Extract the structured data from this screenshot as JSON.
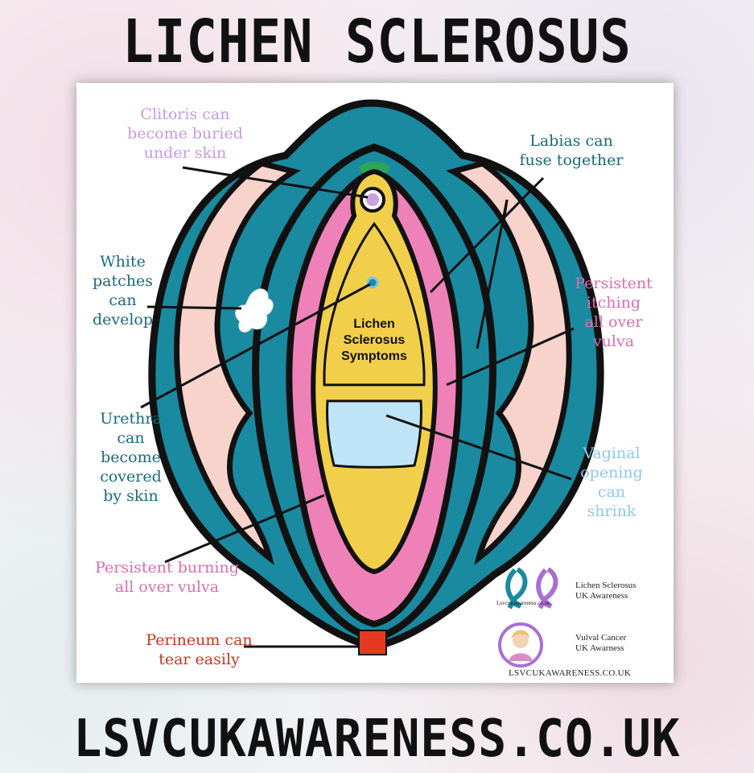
{
  "header": {
    "title": "LICHEN SCLEROSUS"
  },
  "footer": {
    "url": "LSVCUKAWARENESS.CO.UK"
  },
  "colors": {
    "teal": "#1a8aa0",
    "pink": "#ee82b8",
    "yellow": "#f2cf4a",
    "light_pink": "#f8d3cc",
    "light_blue": "#bfe4f8",
    "purple": "#caa0e0",
    "red": "#e53a21",
    "green": "#2fa35a",
    "outline": "#111111"
  },
  "diagram": {
    "center_label": "Lichen\nSclerosus\nSymptoms",
    "labels": {
      "clitoris": "Clitoris can\nbecome buried\nunder skin",
      "labias": "Labias can\nfuse together",
      "white_patches": "White\npatches\ncan\ndevelop",
      "itching": "Persistent\nitching\nall over\nvulva",
      "urethra": "Urethra\ncan\nbecome\ncovered\nby skin",
      "vaginal": "Vaginal\nopening\ncan\nshrink",
      "burning": "Persistent burning\nall over vulva",
      "perineum": "Perineum can\ntear easily"
    }
  },
  "branding": {
    "ribbon_caption": "Lsvcukawareness.co.uk",
    "org1": "Lichen Sclerosus\nUK Awareness",
    "org2": "Vulval Cancer\nUK Awarness",
    "url": "LSVCUKAWARENESS.CO.UK"
  }
}
